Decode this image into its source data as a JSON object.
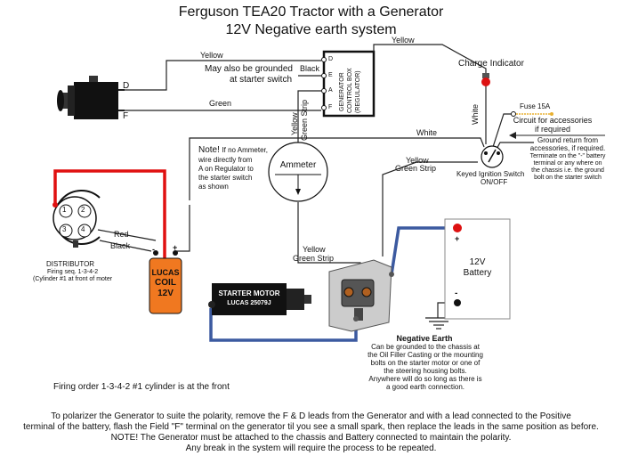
{
  "title_line1": "Ferguson TEA20 Tractor with a Generator",
  "title_line2": "12V Negative earth system",
  "labels": {
    "yellow_top": "Yellow",
    "yellow_left": "Yellow",
    "grounded_note_1": "May also be grounded",
    "grounded_note_2": "at starter switch",
    "black": "Black",
    "green": "Green",
    "charge_indicator": "Charge Indicator",
    "white_vertical": "White",
    "fuse": "Fuse 15A",
    "circuit_1": "Circuit for accessories",
    "circuit_2": "if required",
    "ground_return_1": "Ground return from",
    "ground_return_2": "accessories, if required.",
    "ground_return_3": "Terminate on the \"-\" battery",
    "ground_return_4": "terminal or any where on",
    "ground_return_5": "the chassis i.e. the ground",
    "ground_return_6": "bolt on the starter switch",
    "white_horizontal": "White",
    "yellow_gs": "Yellow",
    "green_strip_gs": "Green Strip",
    "keyed_switch_1": "Keyed Ignition Switch",
    "keyed_switch_2": "ON/OFF",
    "note_bold": "Note!",
    "note_1": "If no Ammeter,",
    "note_2": "wire directly from",
    "note_3": "A on Regulator to",
    "note_4": "the starter switch",
    "note_5": "as shown",
    "yellow_strip_vert": "Yellow",
    "green_strip_vert": "Green Strip",
    "ammeter": "Ammeter",
    "distributor": "DISTRIBUTOR",
    "firing_seq": "Firing seq. 1-3-4-2",
    "cyl1_note": "(Cylinder #1 at front of moter",
    "red": "Red",
    "black_dist": "Black",
    "coil_1": "LUCAS",
    "coil_2": "COIL",
    "coil_3": "12V",
    "coil_minus": "-",
    "coil_plus": "+",
    "yellow_starter": "Yellow",
    "green_strip_starter": "Green Strip",
    "starter_1": "STARTER MOTOR",
    "starter_2": "LUCAS 25079J",
    "battery_1": "12V",
    "battery_2": "Battery",
    "battery_plus": "+",
    "battery_minus": "-",
    "neg_earth_title": "Negative Earth",
    "neg_earth_1": "Can be grounded to the chassis at",
    "neg_earth_2": "the Oil Filler Casting or the mounting",
    "neg_earth_3": "bolts on the starter motor or one of",
    "neg_earth_4": "the steering housing bolts.",
    "neg_earth_5": "Anywhere will do so long as there is",
    "neg_earth_6": "a good earth connection.",
    "firing_order": "Firing order 1-3-4-2 #1 cylinder is at the front",
    "gen_D": "D",
    "gen_F": "F",
    "reg_D": "D",
    "reg_E": "E",
    "reg_A": "A",
    "reg_F": "F",
    "reg_vertical_1": "GENERATOR",
    "reg_vertical_2": "CONTROL BOX",
    "reg_vertical_3": "(REGULATOR)",
    "dist_1": "1",
    "dist_2": "2",
    "dist_3": "3",
    "dist_4": "4"
  },
  "footer": {
    "line1": "To polarizer the Generator to suite the polarity, remove the F & D leads from the Generator and with a lead connected to the Positive",
    "line2": "terminal of the battery, flash the Field \"F\" terminal on the generator til you see a small spark, then replace the leads in the same position as before.",
    "line3": "NOTE! The Generator must be attached to the chassis and Battery connected to maintain the polarity.",
    "line4": "Any break in the system will require the process to be repeated."
  },
  "colors": {
    "wire": "#222222",
    "red_wire": "#e01010",
    "blue_wire": "#3c5aa0",
    "coil_fill": "#f07820",
    "indicator": "#dd1111",
    "battery_border": "#888888",
    "regulator_border": "#111111"
  }
}
